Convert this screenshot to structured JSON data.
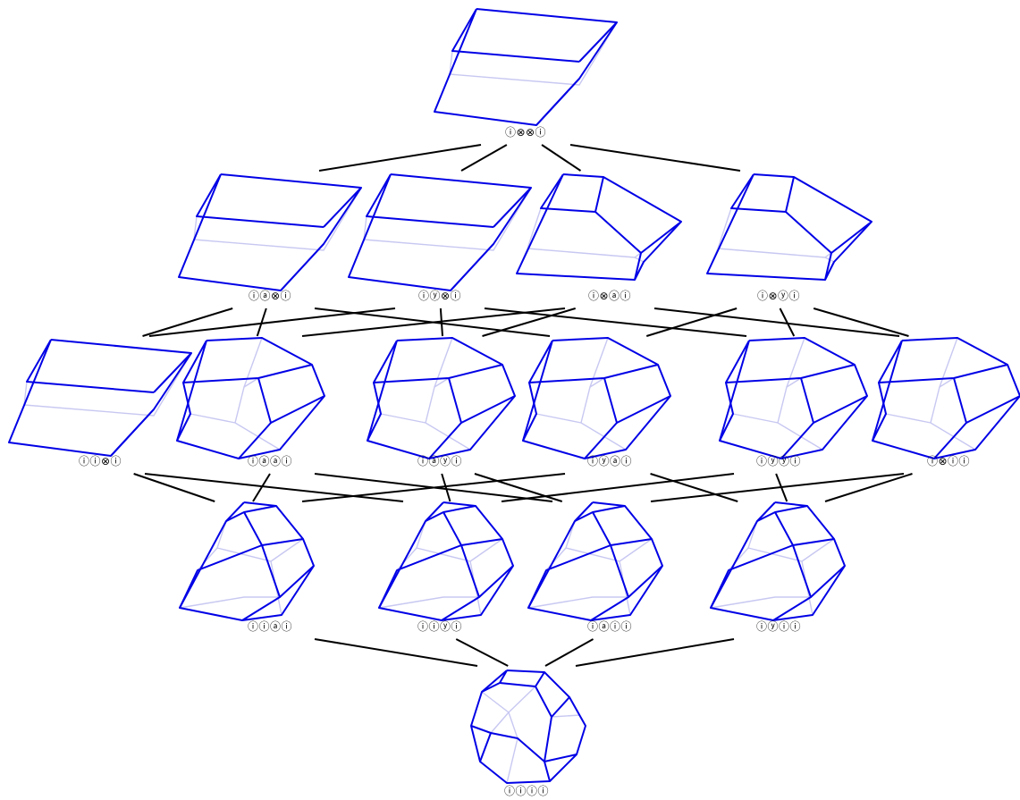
{
  "nodes": [
    {
      "id": "n0",
      "label": "ⓘ⊗⊗ⓘ"
    },
    {
      "id": "n1",
      "label": "ⓘⓐ⊗ⓘ"
    },
    {
      "id": "n2",
      "label": "ⓘⓨ⊗ⓘ"
    },
    {
      "id": "n3",
      "label": "ⓘ⊗ⓐⓘ"
    },
    {
      "id": "n4",
      "label": "ⓘ⊗ⓨⓘ"
    },
    {
      "id": "n5",
      "label": "ⓘⓘ⊗ⓘ"
    },
    {
      "id": "n6",
      "label": "ⓘⓐⓐⓘ"
    },
    {
      "id": "n7",
      "label": "ⓘⓐⓨⓘ"
    },
    {
      "id": "n8",
      "label": "ⓘⓨⓐⓘ"
    },
    {
      "id": "n9",
      "label": "ⓘⓨⓨⓘ"
    },
    {
      "id": "n10",
      "label": "ⓘ⊗ⓘⓘ"
    },
    {
      "id": "n11",
      "label": "ⓘⓘⓐⓘ"
    },
    {
      "id": "n12",
      "label": "ⓘⓘⓨⓘ"
    },
    {
      "id": "n13",
      "label": "ⓘⓐⓘⓘ"
    },
    {
      "id": "n14",
      "label": "ⓘⓨⓘⓘ"
    },
    {
      "id": "n15",
      "label": "ⓘⓘⓘⓘ"
    }
  ],
  "edges": [
    [
      "n0",
      "n1"
    ],
    [
      "n0",
      "n2"
    ],
    [
      "n0",
      "n3"
    ],
    [
      "n0",
      "n4"
    ],
    [
      "n1",
      "n5"
    ],
    [
      "n1",
      "n6"
    ],
    [
      "n1",
      "n8"
    ],
    [
      "n2",
      "n5"
    ],
    [
      "n2",
      "n7"
    ],
    [
      "n2",
      "n9"
    ],
    [
      "n3",
      "n6"
    ],
    [
      "n3",
      "n7"
    ],
    [
      "n3",
      "n10"
    ],
    [
      "n4",
      "n8"
    ],
    [
      "n4",
      "n9"
    ],
    [
      "n4",
      "n10"
    ],
    [
      "n5",
      "n11"
    ],
    [
      "n5",
      "n12"
    ],
    [
      "n6",
      "n11"
    ],
    [
      "n6",
      "n13"
    ],
    [
      "n7",
      "n12"
    ],
    [
      "n7",
      "n13"
    ],
    [
      "n8",
      "n11"
    ],
    [
      "n8",
      "n14"
    ],
    [
      "n9",
      "n12"
    ],
    [
      "n9",
      "n14"
    ],
    [
      "n10",
      "n13"
    ],
    [
      "n10",
      "n14"
    ],
    [
      "n11",
      "n15"
    ],
    [
      "n12",
      "n15"
    ],
    [
      "n13",
      "n15"
    ],
    [
      "n14",
      "n15"
    ]
  ],
  "colors": {
    "edge": "#000000",
    "polytope_front": "#0000e6",
    "polytope_back": "#c8c8f2"
  }
}
